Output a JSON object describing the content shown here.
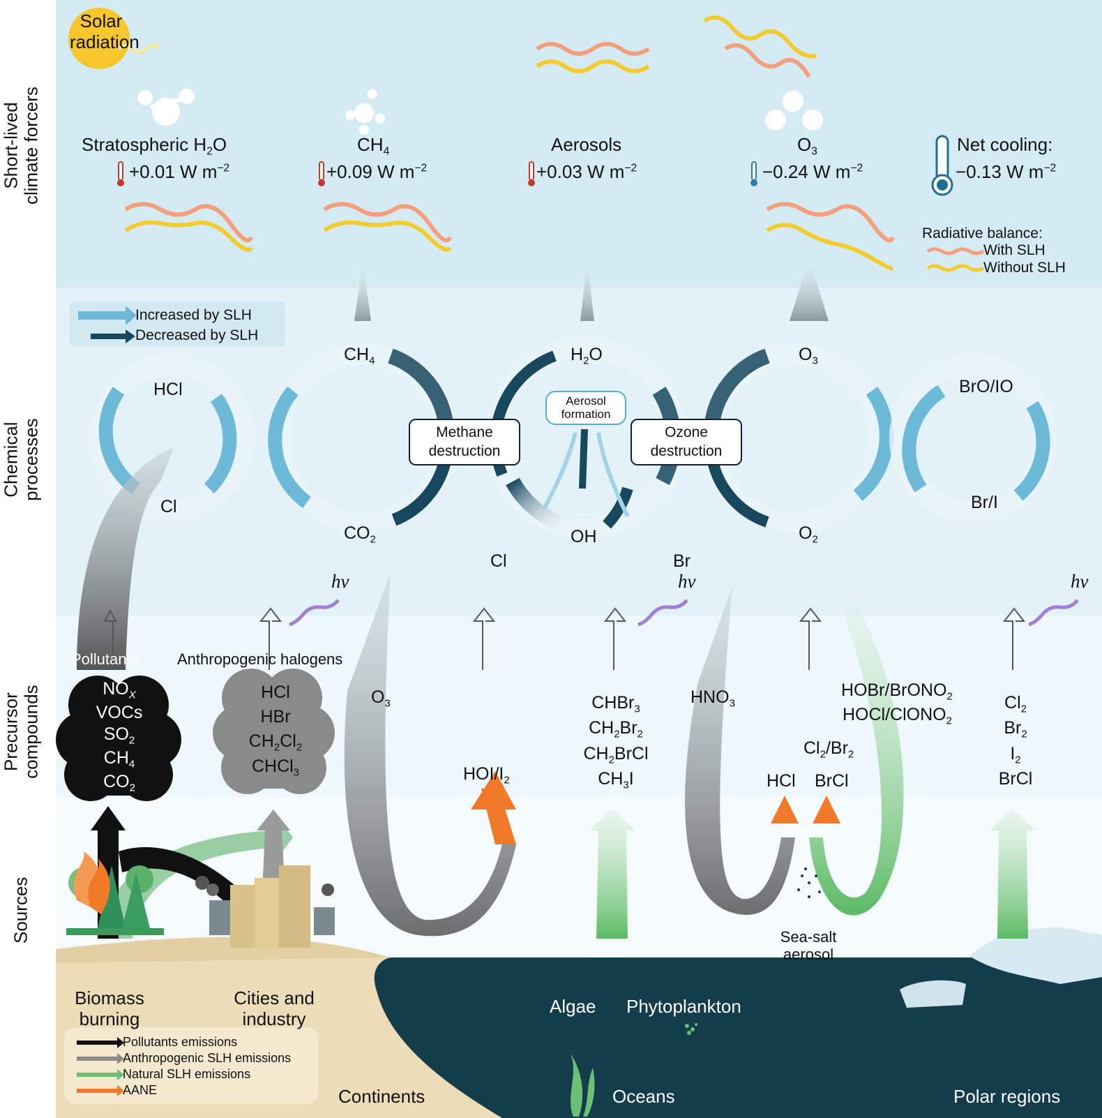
{
  "side_labels": {
    "short_lived": [
      "Short-lived",
      "climate forcers"
    ],
    "chemical": [
      "Chemical",
      "processes"
    ],
    "precursor": [
      "Precursor",
      "compounds"
    ],
    "sources": "Sources"
  },
  "solar": {
    "line1": "Solar",
    "line2": "radiation"
  },
  "forcers": {
    "h2o_label": "Stratospheric H",
    "h2o_sub": "2",
    "h2o_suffix": "O",
    "h2o_value": "+0.01 W m",
    "ch4_label": "CH",
    "ch4_sub": "4",
    "ch4_value": "+0.09 W m",
    "aerosols_label": "Aerosols",
    "aerosols_value": "+0.03 W m",
    "o3_label": "O",
    "o3_sub": "3",
    "o3_value": "−0.24 W m",
    "net_label": "Net cooling:",
    "net_value": "−0.13 W m",
    "unit_exp": "−2"
  },
  "radiative_legend": {
    "title": "Radiative balance:",
    "with": "With SLH",
    "without": "Without SLH"
  },
  "process_legend": {
    "increased": "Increased by SLH",
    "decreased": "Decreased by SLH"
  },
  "chemistry": {
    "hcl": "HCl",
    "cl": "Cl",
    "ch4": "CH",
    "ch4_sub": "4",
    "co2": "CO",
    "co2_sub": "2",
    "h2o": "H",
    "h2o_sub": "2",
    "h2o_suffix": "O",
    "oh": "OH",
    "o3": "O",
    "o3_sub": "3",
    "o2": "O",
    "o2_sub": "2",
    "bro_io": "BrO/IO",
    "br_i": "Br/I",
    "cl_low": "Cl",
    "br_low": "Br",
    "methane_destruction": [
      "Methane",
      "destruction"
    ],
    "ozone_destruction": [
      "Ozone",
      "destruction"
    ],
    "aerosol_formation": [
      "Aerosol",
      "formation"
    ],
    "hv": "hν"
  },
  "precursors": {
    "pollutants_label": "Pollutants",
    "pollutants": {
      "nox": "NO",
      "nox_sub": "X",
      "vocs": "VOCs",
      "so2": "SO",
      "so2_sub": "2",
      "ch4": "CH",
      "ch4_sub": "4",
      "co2": "CO",
      "co2_sub": "2"
    },
    "anthro_label": "Anthropogenic halogens",
    "anthro": {
      "hcl": "HCl",
      "hbr": "HBr",
      "ch2cl2_a": "CH",
      "ch2cl2_b": "2",
      "ch2cl2_c": "Cl",
      "ch2cl2_d": "2",
      "chcl3_a": "CHCl",
      "chcl3_b": "3"
    },
    "o3": "O",
    "o3_sub": "3",
    "hoi": "HOI/I",
    "hoi_sub": "2",
    "bromo": {
      "chbr3": "CHBr",
      "chbr3_sub": "3",
      "ch2br2_a": "CH",
      "ch2br2_b": "2",
      "ch2br2_c": "Br",
      "ch2br2_d": "2",
      "ch2brcl_a": "CH",
      "ch2brcl_b": "2",
      "ch2brcl_c": "BrCl",
      "ch3i_a": "CH",
      "ch3i_b": "3",
      "ch3i_c": "I"
    },
    "hno3": "HNO",
    "hno3_sub": "3",
    "hobr": "HOBr/BrONO",
    "hobr_sub": "2",
    "hocl": "HOCl/ClONO",
    "hocl_sub": "2",
    "cl2br2": "Cl",
    "cl2br2_sub1": "2",
    "cl2br2_mid": "/Br",
    "cl2br2_sub2": "2",
    "hcl": "HCl",
    "brcl": "BrCl",
    "polar": {
      "cl2": "Cl",
      "br2": "Br",
      "i2": "I",
      "sub": "2",
      "brcl": "BrCl"
    }
  },
  "sources": {
    "biomass": [
      "Biomass",
      "burning"
    ],
    "cities": [
      "Cities and",
      "industry"
    ],
    "sea_salt": [
      "Sea-salt",
      "aerosol"
    ],
    "algae": "Algae",
    "phytoplankton": "Phytoplankton",
    "continents": "Continents",
    "oceans": "Oceans",
    "polar": "Polar regions"
  },
  "emission_legend": [
    "Pollutants emissions",
    "Anthropogenic SLH emissions",
    "Natural SLH emissions",
    "AANE"
  ],
  "colors": {
    "sky_top": "#d4ebf4",
    "sky_mid": "#e3f2f8",
    "sky_low": "#eef7fb",
    "ocean": "#143d4c",
    "continent": "#ecdcb8",
    "increase": "#6cb9d8",
    "decrease": "#17485e",
    "with_slh": "#f4a07c",
    "without_slh": "#f5cc2e",
    "natural": "#6dbf73",
    "aane": "#f07a2a",
    "pollutant": "#1a1a1a",
    "anthropogenic": "#8a8a8a",
    "photolysis": "#a27fd6"
  }
}
